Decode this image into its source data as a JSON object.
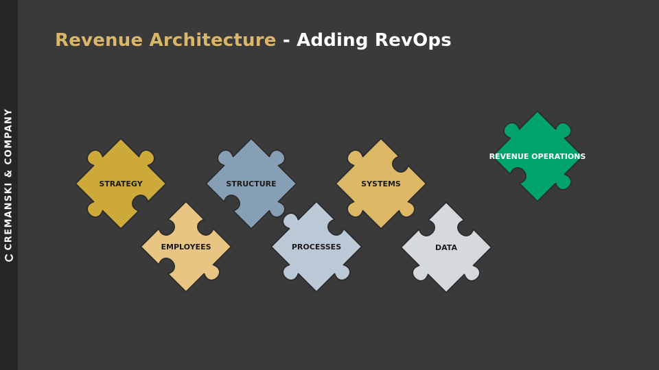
{
  "title": {
    "accent": "Revenue Architecture",
    "rest": " - Adding RevOps"
  },
  "brand": {
    "name": "CREMANSKI & COMPANY",
    "logo_icon": "c-logo-icon"
  },
  "colors": {
    "background": "#3a3a3a",
    "side_band": "#262626",
    "title_accent": "#d9b66a",
    "outline": "#2e2e2e"
  },
  "pieces": [
    {
      "id": "strategy",
      "label": "STRATEGY",
      "color": "#cda93a",
      "text_color": "#1a1a1a"
    },
    {
      "id": "structure",
      "label": "STRUCTURE",
      "color": "#879fb5",
      "text_color": "#1a1a1a"
    },
    {
      "id": "systems",
      "label": "SYSTEMS",
      "color": "#ddb866",
      "text_color": "#1a1a1a"
    },
    {
      "id": "employees",
      "label": "EMPLOYEES",
      "color": "#e9c584",
      "text_color": "#1a1a1a"
    },
    {
      "id": "processes",
      "label": "PROCESSES",
      "color": "#bbc9d6",
      "text_color": "#1a1a1a"
    },
    {
      "id": "data",
      "label": "DATA",
      "color": "#d4d9de",
      "text_color": "#1a1a1a"
    },
    {
      "id": "revenue-operations",
      "label": "REVENUE OPERATIONS",
      "color": "#00a46a",
      "text_color": "#ffffff"
    }
  ]
}
